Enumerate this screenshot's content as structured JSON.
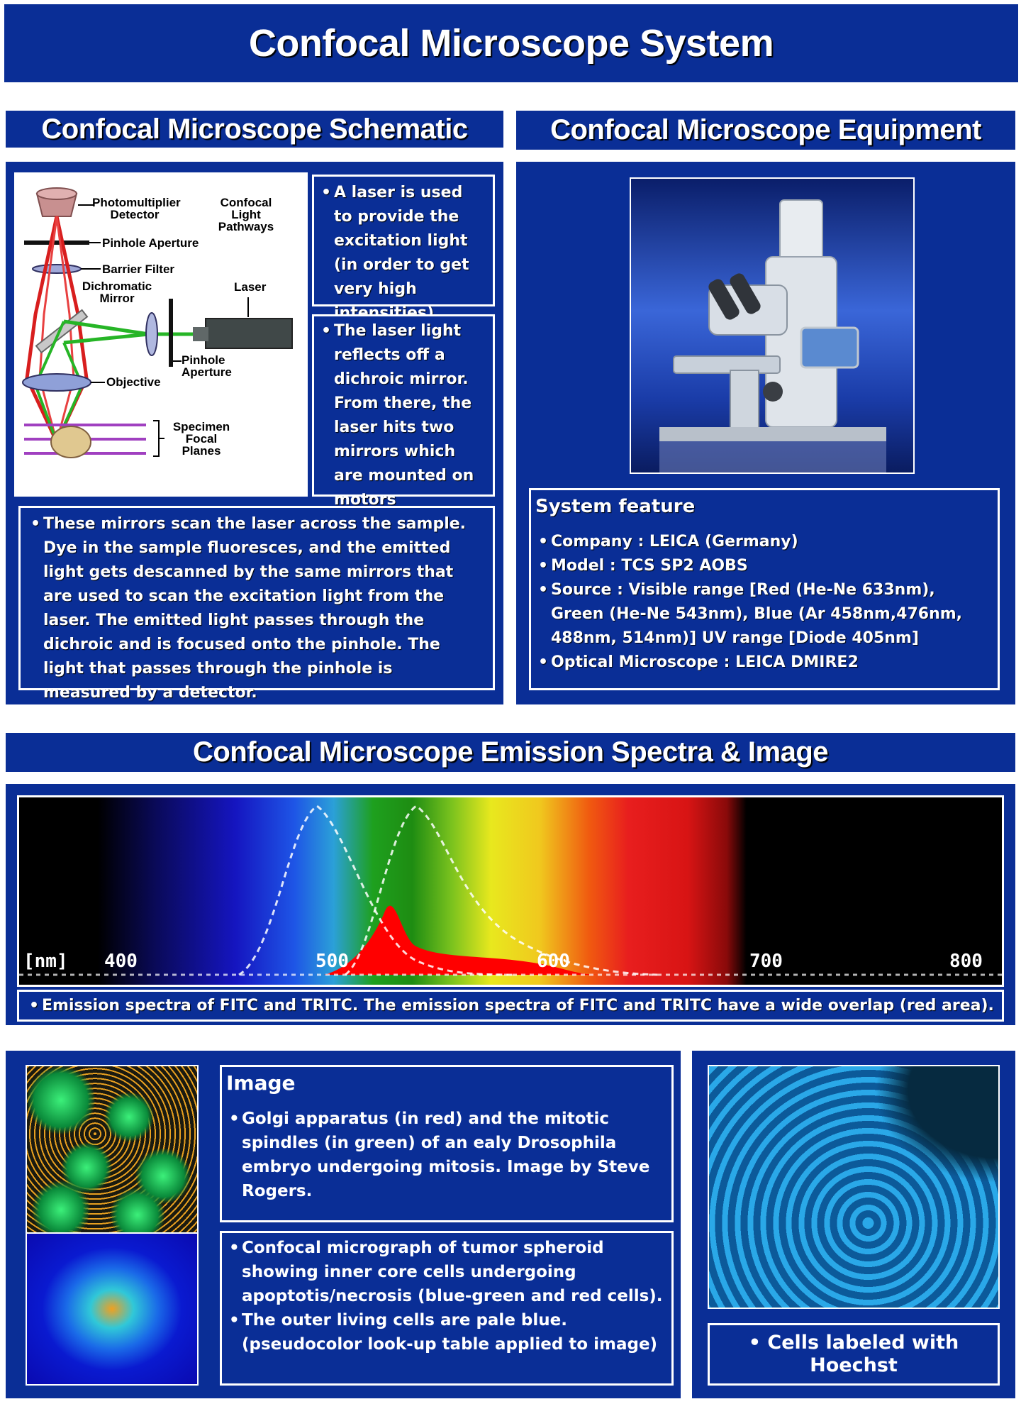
{
  "poster": {
    "title": "Confocal Microscope System"
  },
  "schematic": {
    "heading": "Confocal Microscope Schematic",
    "diagram_labels": {
      "detector": "Photomultiplier Detector",
      "pathways": "Confocal Light Pathways",
      "pinhole_top": "Pinhole Aperture",
      "barrier": "Barrier Filter",
      "dichromatic": "Dichromatic Mirror",
      "laser": "Laser",
      "objective": "Objective",
      "pinhole_side": "Pinhole Aperture",
      "specimen": "Specimen Focal Planes"
    },
    "bullet1": "A laser is used to provide the excitation light (in order to get very high intensities).",
    "bullet2": "The laser light reflects off a dichroic mirror. From there, the laser hits two mirrors which are mounted on motors",
    "bullet3": "These mirrors scan the laser across the sample. Dye in the sample fluoresces, and the emitted light gets descanned by the same mirrors that are used to scan the excitation light from the laser. The emitted light passes through the dichroic and is focused onto the pinhole. The light that passes through the pinhole is measured by a detector."
  },
  "equipment": {
    "heading": "Confocal Microscope Equipment",
    "features_title": "System feature",
    "features": [
      "Company : LEICA (Germany)",
      "Model : TCS SP2 AOBS",
      "Source : Visible range [Red (He-Ne 633nm), Green (He-Ne 543nm), Blue (Ar 458nm,476nm, 488nm, 514nm)] UV range [Diode 405nm]",
      "Optical Microscope : LEICA DMIRE2"
    ]
  },
  "spectra": {
    "heading": "Confocal Microscope Emission Spectra & Image",
    "axis_unit": "[nm]",
    "ticks": [
      "400",
      "500",
      "600",
      "700",
      "800"
    ],
    "caption": "Emission spectra of FITC and TRITC. The emission spectra of FITC and TRITC have a wide overlap (red area)."
  },
  "images": {
    "image_title": "Image",
    "golgi_text": "Golgi apparatus (in red) and the mitotic spindles (in green) of an ealy Drosophila embryo undergoing mitosis.  Image by Steve Rogers.",
    "tumor_bullet1": "Confocal micrograph of tumor spheroid showing inner core cells undergoing apoptotis/necrosis (blue-green and red cells).",
    "tumor_bullet2": "The outer living cells are pale blue. (pseudocolor look-up table applied to image)",
    "hoechst_caption": "• Cells labeled with Hoechst"
  },
  "colors": {
    "panel_blue": "#0a2e96",
    "fitc_green": "#1e9e1e",
    "tritc_red": "#ff0000"
  }
}
